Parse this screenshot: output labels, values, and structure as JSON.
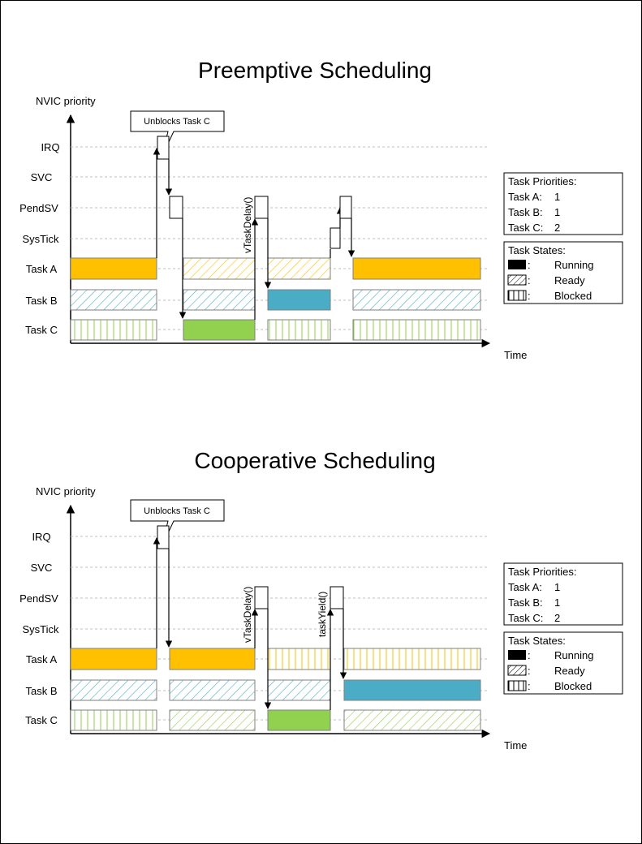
{
  "colors": {
    "running_a": "#FFC000",
    "running_b": "#4BACC6",
    "running_c": "#92D050",
    "ready_stripe_a": "#FFC000",
    "ready_stripe_b": "#4BACC6",
    "ready_stripe_c": "#92D050",
    "grid": "#bfbfbf",
    "border": "#000000"
  },
  "preemptive": {
    "title": "Preemptive Scheduling",
    "y_axis_label": "NVIC priority",
    "x_axis_label": "Time",
    "rows": [
      "IRQ",
      "SVC",
      "PendSV",
      "SysTick",
      "Task A",
      "Task B",
      "Task C"
    ],
    "callout": "Unblocks Task C",
    "annotation": "vTaskDelay()",
    "priorities": {
      "title": "Task Priorities:",
      "items": [
        {
          "label": "Task A:",
          "value": "1"
        },
        {
          "label": "Task B:",
          "value": "1"
        },
        {
          "label": "Task C:",
          "value": "2"
        }
      ]
    },
    "states": {
      "title": "Task States:",
      "items": [
        {
          "sep": ":",
          "label": "Running"
        },
        {
          "sep": ":",
          "label": "Ready"
        },
        {
          "sep": ":",
          "label": "Blocked"
        }
      ]
    }
  },
  "cooperative": {
    "title": "Cooperative Scheduling",
    "y_axis_label": "NVIC priority",
    "x_axis_label": "Time",
    "rows": [
      "IRQ",
      "SVC",
      "PendSV",
      "SysTick",
      "Task A",
      "Task B",
      "Task C"
    ],
    "callout": "Unblocks Task C",
    "annotation_1": "vTaskDelay()",
    "annotation_2": "taskYield()",
    "priorities": {
      "title": "Task Priorities:",
      "items": [
        {
          "label": "Task A:",
          "value": "1"
        },
        {
          "label": "Task B:",
          "value": "1"
        },
        {
          "label": "Task C:",
          "value": "2"
        }
      ]
    },
    "states": {
      "title": "Task States:",
      "items": [
        {
          "sep": ":",
          "label": "Running"
        },
        {
          "sep": ":",
          "label": "Ready"
        },
        {
          "sep": ":",
          "label": "Blocked"
        }
      ]
    }
  }
}
